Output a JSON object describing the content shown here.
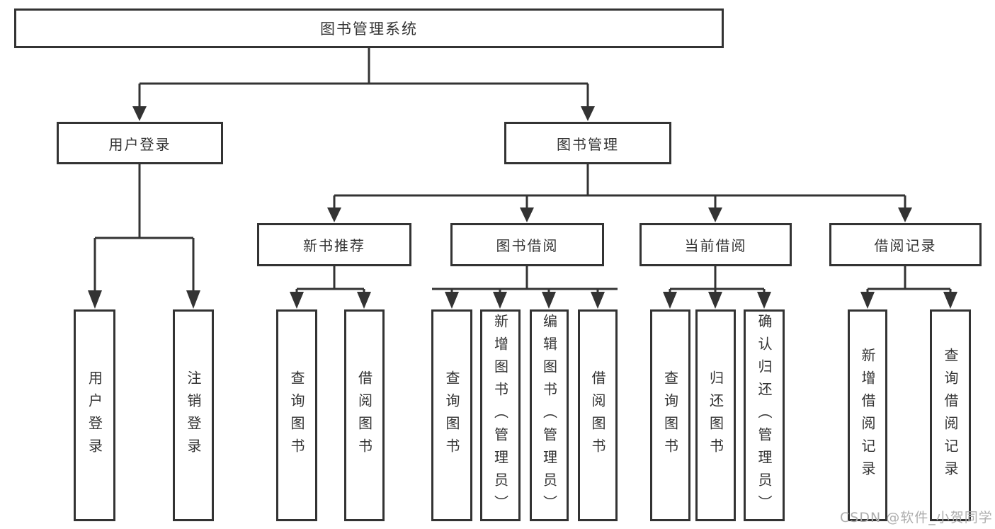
{
  "diagram": {
    "root_label": "图书管理系统",
    "level2": {
      "user_login": "用户登录",
      "book_management": "图书管理"
    },
    "level3": {
      "new_book_recommend": "新书推荐",
      "book_borrow": "图书借阅",
      "current_borrow": "当前借阅",
      "borrow_record": "借阅记录"
    },
    "leaves": {
      "user_login": "用户登录",
      "logout": "注销登录",
      "rec_query_book": "查询图书",
      "rec_borrow_book": "借阅图书",
      "bb_query_book": "查询图书",
      "bb_add_book": "新增图书（管理员）",
      "bb_edit_book": "编辑图书（管理员）",
      "bb_borrow_book": "借阅图书",
      "cb_query_book": "查询图书",
      "cb_return_book": "归还图书",
      "cb_confirm_return": "确认归还（管理员）",
      "br_add_record": "新增借阅记录",
      "br_query_record": "查询借阅记录"
    },
    "watermark": "CSDN @软件_小贺同学",
    "colors": {
      "line": "#333333",
      "text": "#333333",
      "watermark": "#aeaeae",
      "background": "#ffffff"
    }
  }
}
